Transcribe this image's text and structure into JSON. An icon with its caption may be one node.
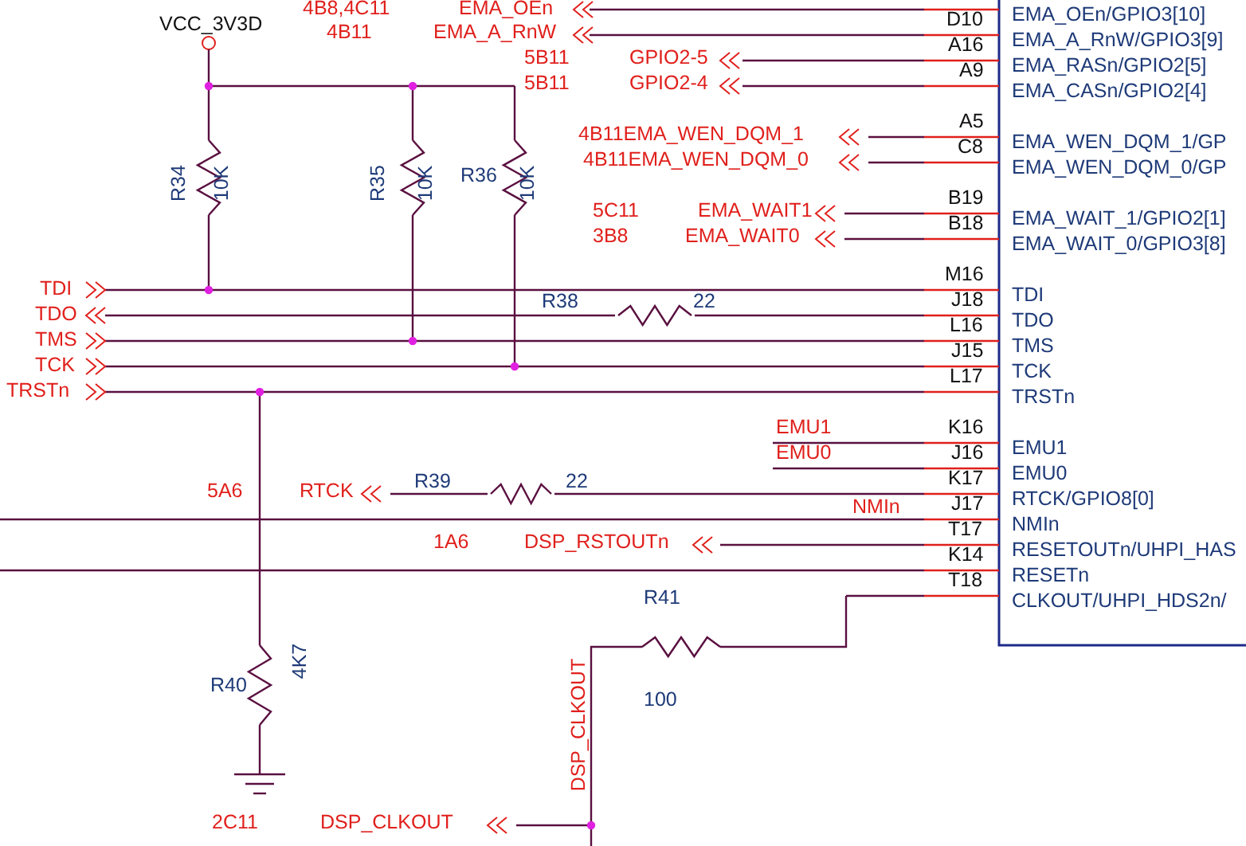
{
  "diagram": {
    "labels": [
      "4B8,4C11",
      "EMA_OEn",
      "VCC_3V3D",
      "4B11",
      "EMA_A_RnW",
      "5B11",
      "GPIO2-5",
      "5B11",
      "GPIO2-4",
      "4B11EMA_WEN_DQM_1",
      "4B11EMA_WEN_DQM_0",
      "5C11",
      "EMA_WAIT1",
      "3B8",
      "EMA_WAIT0",
      "R34",
      "10K",
      "R35",
      "10K",
      "R36",
      "10K",
      "TDI",
      "TDO",
      "R38",
      "22",
      "TMS",
      "TCK",
      "TRSTn",
      "EMU1",
      "EMU0",
      "5A6",
      "RTCK",
      "R39",
      "22",
      "NMIn",
      "1A6",
      "DSP_RSTOUTn",
      "R41",
      "4K7",
      "R40",
      "100",
      "DSP_CLKOUT",
      "2C11",
      "DSP_CLKOUT",
      "D10",
      "A16",
      "A9",
      "A5",
      "C8",
      "B19",
      "B18",
      "M16",
      "J18",
      "L16",
      "J15",
      "L17",
      "K16",
      "J16",
      "K17",
      "J17",
      "T17",
      "K14",
      "T18",
      "EMA_OEn/GPIO3[10]",
      "EMA_A_RnW/GPIO3[9]",
      "EMA_RASn/GPIO2[5]",
      "EMA_CASn/GPIO2[4]",
      "EMA_WEN_DQM_1/GP",
      "EMA_WEN_DQM_0/GP",
      "EMA_WAIT_1/GPIO2[1]",
      "EMA_WAIT_0/GPIO3[8]",
      "TDI",
      "TDO",
      "TMS",
      "TCK",
      "TRSTn",
      "EMU1",
      "EMU0",
      "RTCK/GPIO8[0]",
      "NMIn",
      "RESETOUTn/UHPI_HAS",
      "RESETn",
      "CLKOUT/UHPI_HDS2n/"
    ]
  }
}
